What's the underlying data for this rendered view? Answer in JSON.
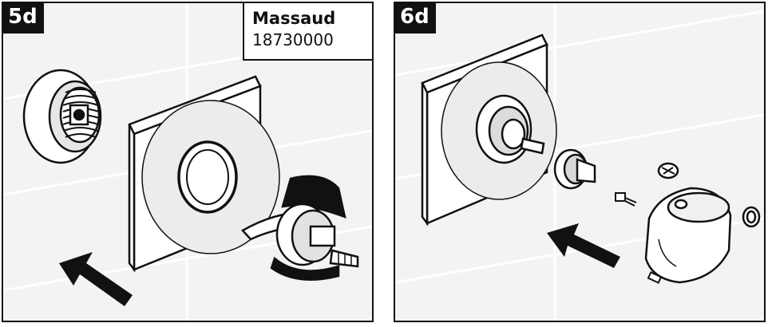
{
  "panels": [
    {
      "step": "5d"
    },
    {
      "step": "6d"
    }
  ],
  "product": {
    "name": "Massaud",
    "number": "18730000"
  },
  "colors": {
    "line": "#111111",
    "wall": "#f3f3f3",
    "tile_grout": "#ffffff"
  }
}
